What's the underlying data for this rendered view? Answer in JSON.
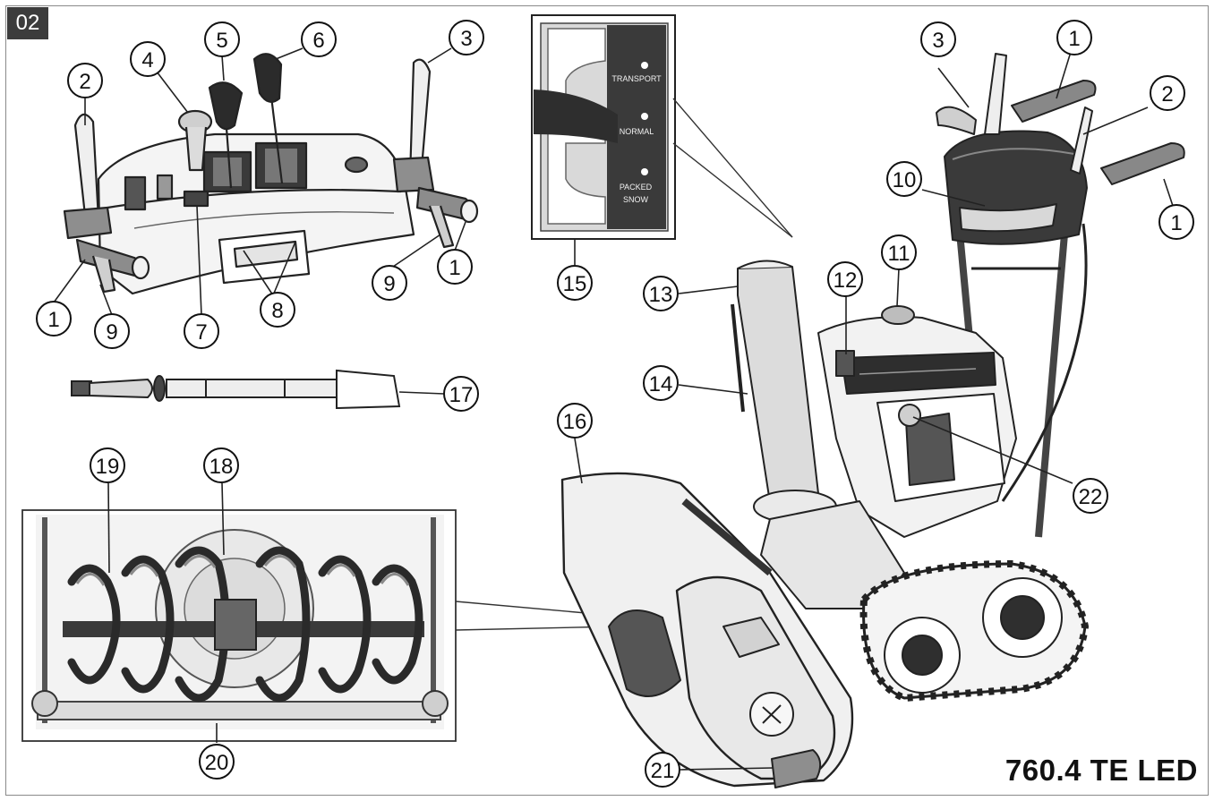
{
  "figure_badge": "02",
  "model_name": "760.4 TE LED",
  "indicator_labels": {
    "transport": "TRANSPORT",
    "normal": "NORMAL",
    "packed_1": "PACKED",
    "packed_2": "SNOW"
  },
  "callouts": [
    "1",
    "2",
    "3",
    "4",
    "5",
    "6",
    "7",
    "8",
    "9",
    "10",
    "11",
    "12",
    "13",
    "14",
    "15",
    "16",
    "17",
    "18",
    "19",
    "20",
    "21",
    "22"
  ]
}
